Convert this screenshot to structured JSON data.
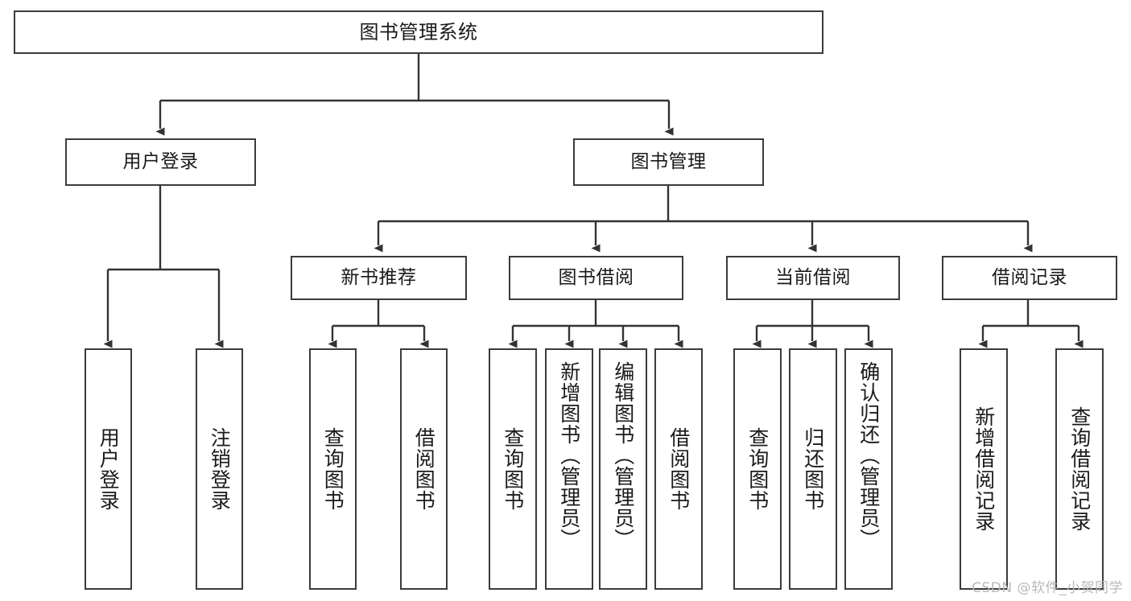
{
  "diagram": {
    "title_node": {
      "label": "图书管理系统"
    },
    "level2": [
      {
        "id": "user-login",
        "label": "用户登录"
      },
      {
        "id": "book-management",
        "label": "图书管理"
      }
    ],
    "level3": [
      {
        "id": "new-book-recommend",
        "label": "新书推荐"
      },
      {
        "id": "book-borrow",
        "label": "图书借阅"
      },
      {
        "id": "current-borrow",
        "label": "当前借阅"
      },
      {
        "id": "borrow-record",
        "label": "借阅记录"
      }
    ],
    "leaves": {
      "user_login": [
        {
          "id": "leaf-user-login",
          "label": "用户登录"
        },
        {
          "id": "leaf-logout-login",
          "label": "注销登录"
        }
      ],
      "new_book_recommend": [
        {
          "id": "leaf-query-book-1",
          "label": "查询图书"
        },
        {
          "id": "leaf-borrow-book-1",
          "label": "借阅图书"
        }
      ],
      "book_borrow": [
        {
          "id": "leaf-query-book-2",
          "label": "查询图书"
        },
        {
          "id": "leaf-add-book",
          "label": "新增图书（管理员）"
        },
        {
          "id": "leaf-edit-book",
          "label": "编辑图书（管理员）"
        },
        {
          "id": "leaf-borrow-book-2",
          "label": "借阅图书"
        }
      ],
      "current_borrow": [
        {
          "id": "leaf-query-book-3",
          "label": "查询图书"
        },
        {
          "id": "leaf-return-book",
          "label": "归还图书"
        },
        {
          "id": "leaf-confirm-return",
          "label": "确认归还（管理员）"
        }
      ],
      "borrow_record": [
        {
          "id": "leaf-add-record",
          "label": "新增借阅记录"
        },
        {
          "id": "leaf-query-record",
          "label": "查询借阅记录"
        }
      ]
    }
  },
  "watermark": {
    "text": "CSDN @软件_小贺同学"
  },
  "colors": {
    "node_border": "#3b3b3b",
    "node_fill": "#ffffff",
    "connector": "#333333",
    "text": "#1a1a1a",
    "watermark": "#b9b9b9",
    "background": "#ffffff"
  }
}
